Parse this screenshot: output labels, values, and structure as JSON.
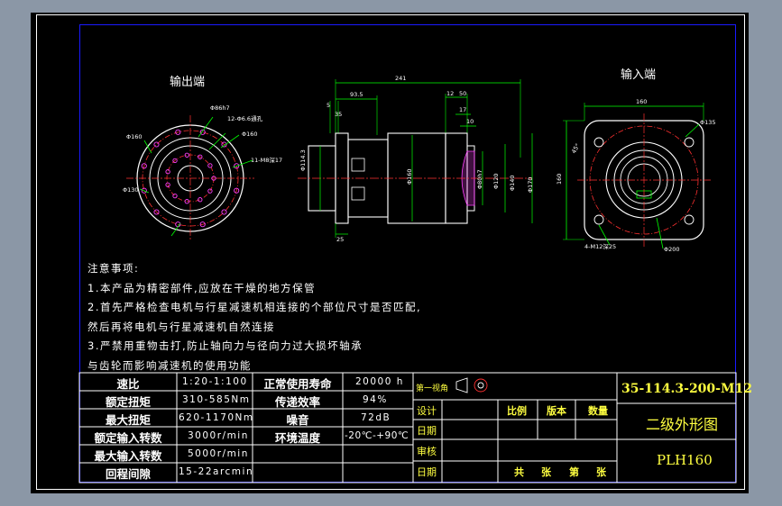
{
  "views": {
    "output_title": "输出端",
    "input_title": "输入端"
  },
  "dims": {
    "output": [
      "Φ86h7",
      "12-Φ6.6通孔",
      "Φ160",
      "Φ160",
      "Φ130",
      "11-M8深17"
    ],
    "side": [
      "241",
      "93.5",
      "12",
      "50",
      "17",
      "10",
      "5",
      "35",
      "Φ114.3",
      "Φ160",
      "Φ80h7",
      "Φ120",
      "Φ140",
      "Φ170",
      "25"
    ],
    "input": [
      "160",
      "Φ135",
      "160",
      "45°",
      "4-M12深25",
      "Φ200"
    ]
  },
  "notes": {
    "title": "注意事项:",
    "lines": [
      "1.本产品为精密部件,应放在干燥的地方保管",
      "2.首先严格检查电机与行星减速机相连接的个部位尺寸是否匹配,",
      "然后再将电机与行星减速机自然连接",
      "3.严禁用重物击打,防止轴向力与径向力过大损坏轴承",
      "与齿轮而影响减速机的使用功能"
    ]
  },
  "specs": [
    {
      "label": "速比",
      "value": "1:20-1:100",
      "label2": "正常使用寿命",
      "value2": "20000 h"
    },
    {
      "label": "额定扭矩",
      "value": "310-585Nm",
      "label2": "传递效率",
      "value2": "94%"
    },
    {
      "label": "最大扭矩",
      "value": "620-1170Nm",
      "label2": "噪音",
      "value2": "72dB"
    },
    {
      "label": "额定输入转数",
      "value": "3000r/min",
      "label2": "环境温度",
      "value2": "-20℃-+90℃"
    },
    {
      "label": "最大输入转数",
      "value": "5000r/min",
      "label2": "",
      "value2": ""
    },
    {
      "label": "回程间隙",
      "value": "15-22arcmin",
      "label2": "",
      "value2": ""
    }
  ],
  "title_block": {
    "projection": "第一视角",
    "rows": [
      "设计",
      "日期",
      "审核",
      "日期"
    ],
    "headers": [
      "比例",
      "版本",
      "数量"
    ],
    "sheet_info": [
      "共",
      "张",
      "第",
      "张"
    ],
    "drawing_no": "35-114.3-200-M12",
    "drawing_name": "二级外形图",
    "model": "PLH160"
  },
  "colors": {
    "dim": "#00ff00",
    "outline": "#ffffff",
    "center": "#ff3030",
    "magenta": "#ff40ff",
    "title_text": "#ffff40",
    "frame": "#1a1aff"
  }
}
